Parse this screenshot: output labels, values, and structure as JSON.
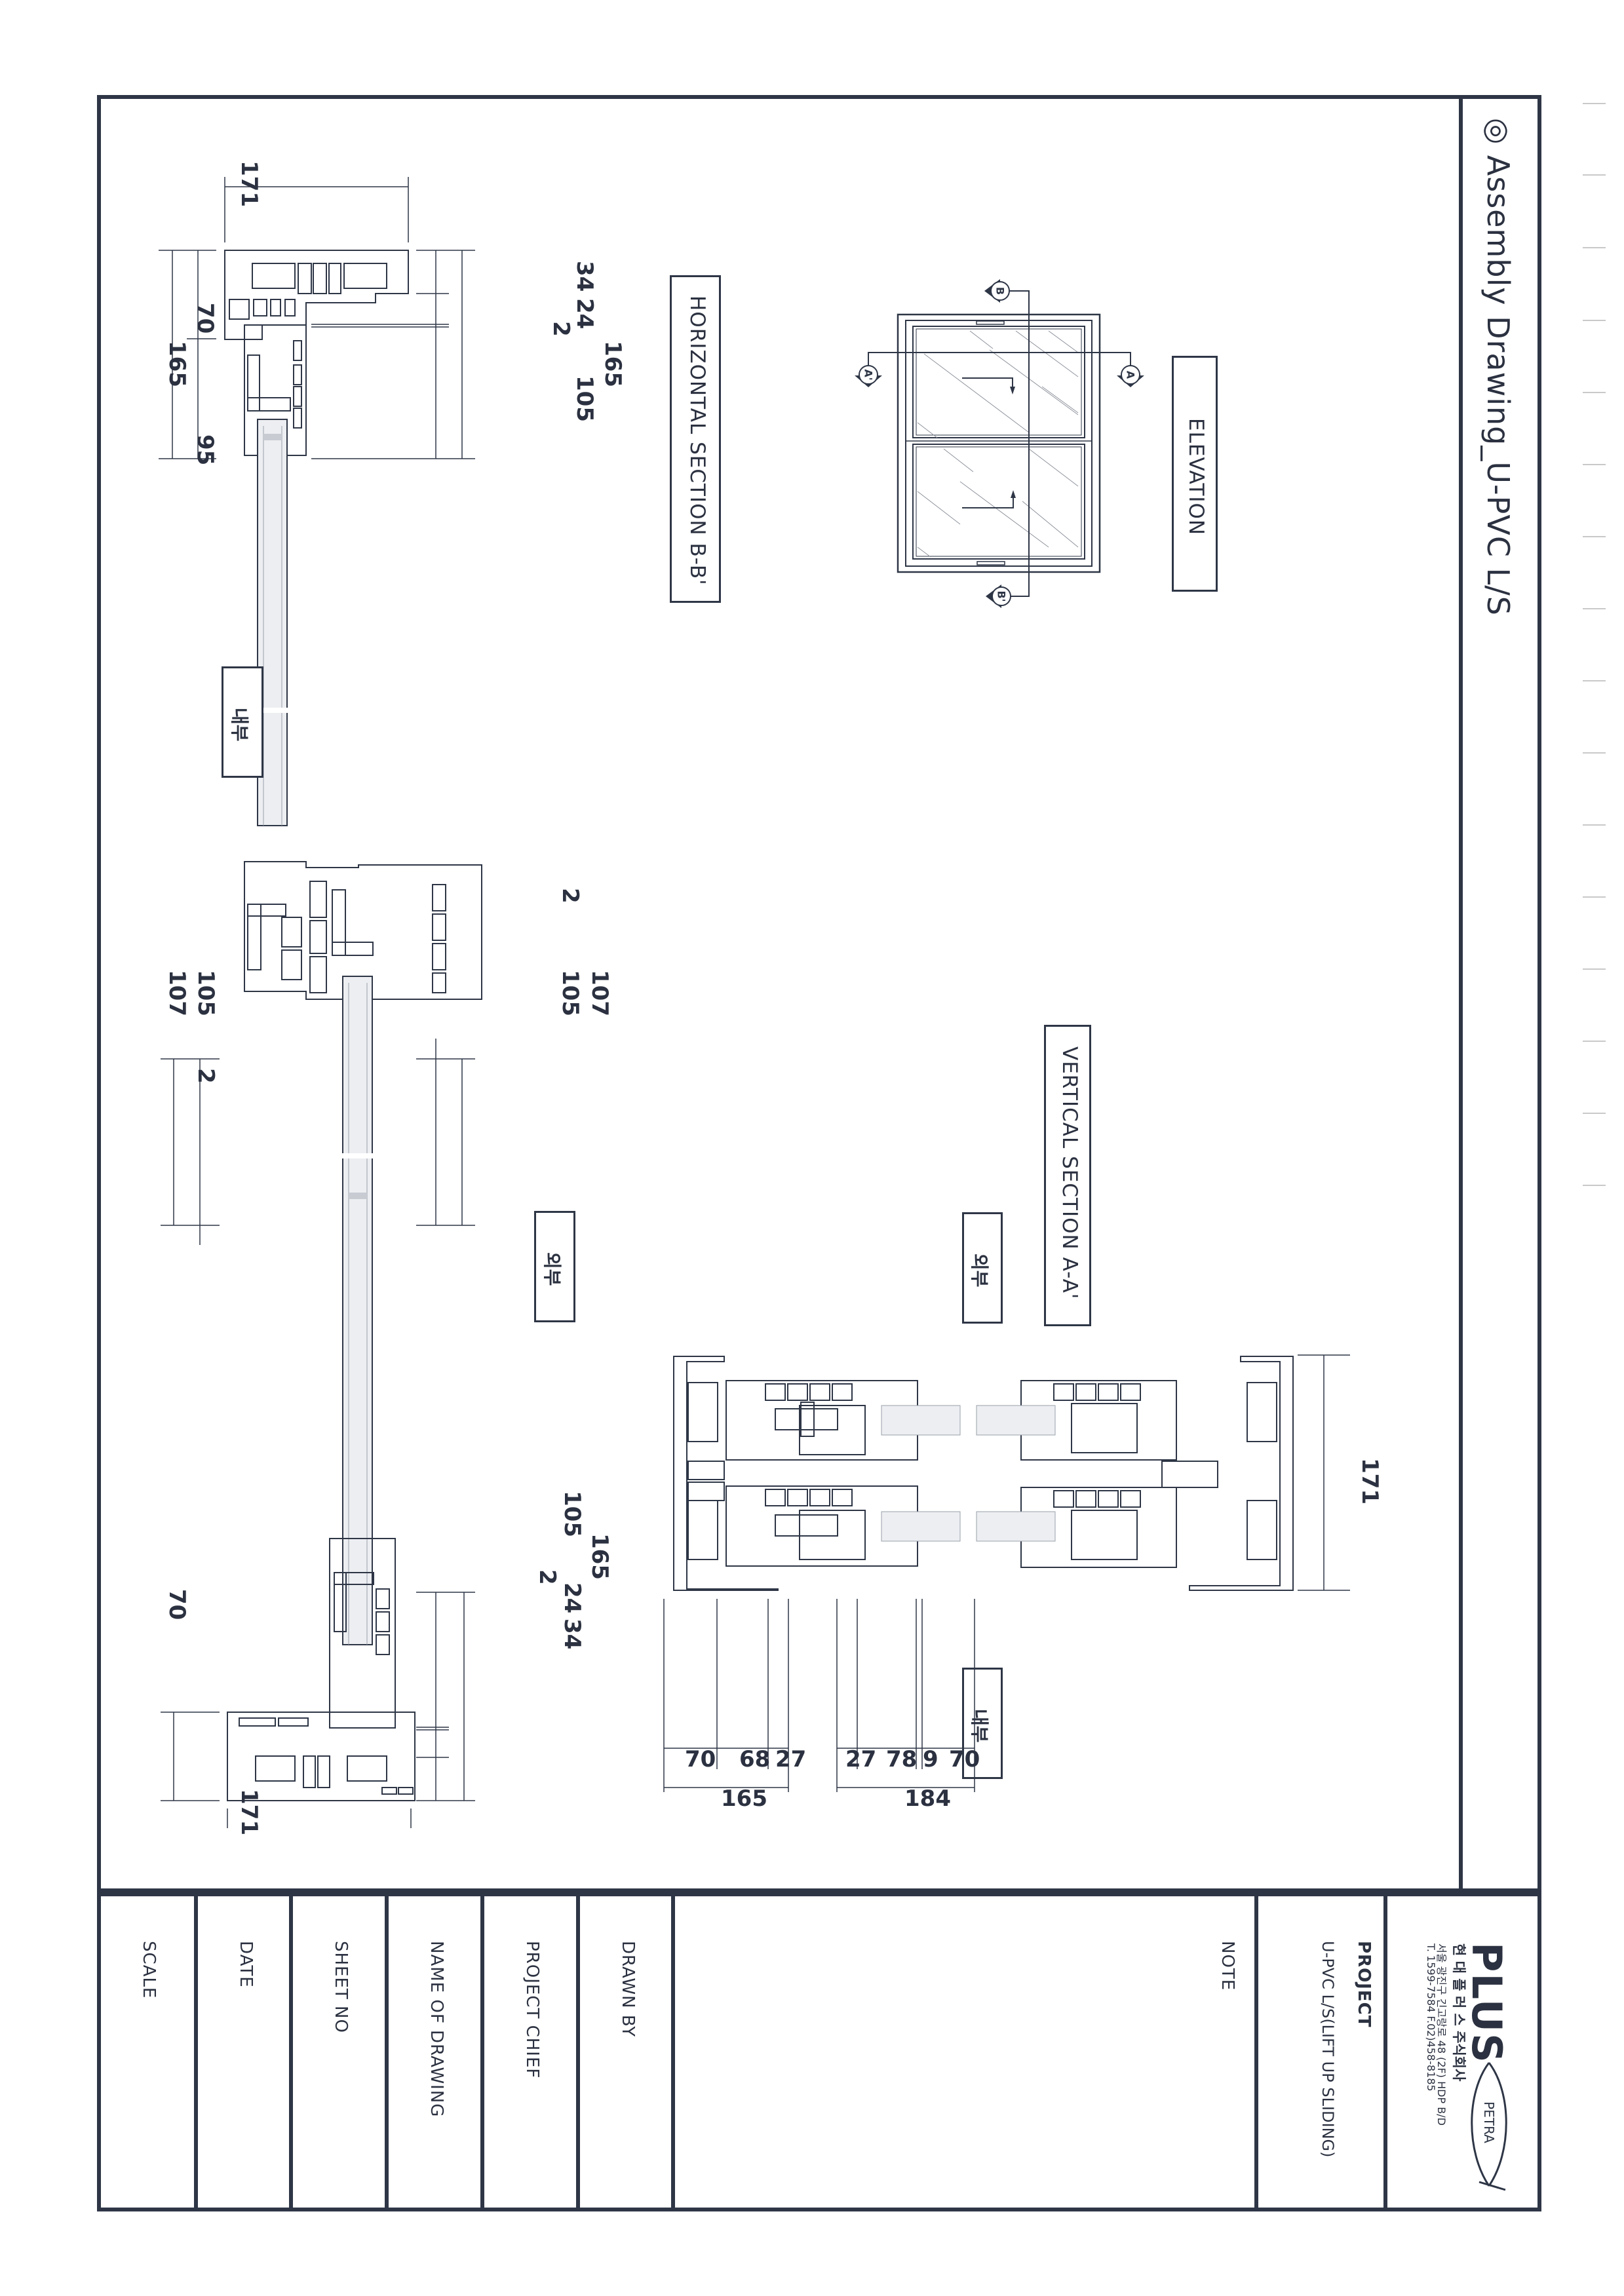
{
  "sheet": {
    "title": "◎ Assembly Drawing_U-PVC L/S"
  },
  "views": {
    "elevation": {
      "label": "ELEVATION",
      "section_markers": [
        "A",
        "A'",
        "B",
        "B'"
      ]
    },
    "horizontal_section": {
      "label": "HORIZONTAL SECTION B-B'",
      "interior_label": "내부",
      "exterior_label": "외부",
      "dimensions": {
        "top_width": "171",
        "bottom_width": "171",
        "top_left_70": "70",
        "top_left_95": "95",
        "top_left_165": "165",
        "top_right_34": "34",
        "top_right_24": "24",
        "top_right_2": "2",
        "top_right_105": "105",
        "top_right_165": "165",
        "mid_left_107": "107",
        "mid_left_105": "105",
        "mid_left_2": "2",
        "mid_right_2": "2",
        "mid_right_105": "105",
        "mid_right_107": "107",
        "bot_left_70": "70",
        "bot_right_105": "105",
        "bot_right_2": "2",
        "bot_right_24": "24",
        "bot_right_34": "34",
        "bot_right_165": "165"
      }
    },
    "vertical_section": {
      "label": "VERTICAL SECTION A-A'",
      "exterior_label": "외부",
      "interior_label": "내부",
      "dimensions": {
        "height": "171",
        "left_segments": [
          "70",
          "68",
          "27"
        ],
        "left_total": "165",
        "right_segments": [
          "27",
          "78",
          "9",
          "70"
        ],
        "right_total": "184"
      }
    }
  },
  "title_block": {
    "company": {
      "logo_text": "PLUS",
      "logo_mark": "PETRA",
      "name_kr": "현 대 플 러 스 주식회사",
      "address": "서울 광진구 긴고랑로 48 (2F) HDP B/D",
      "contact": "T. 1599-7584  F.02)458-8185"
    },
    "project_heading": "PROJECT",
    "project_value": "U-PVC L/S(LIFT UP SLIDING)",
    "note_heading": "NOTE",
    "fields": [
      {
        "label": "DRAWN BY"
      },
      {
        "label": "PROJECT CHIEF"
      },
      {
        "label": "NAME OF DRAWING"
      },
      {
        "label": "SHEET NO"
      },
      {
        "label": "DATE"
      },
      {
        "label": "SCALE"
      }
    ]
  },
  "colors": {
    "line": "#2e3646",
    "text": "#2b3140",
    "glass": "#c8cbd2"
  }
}
